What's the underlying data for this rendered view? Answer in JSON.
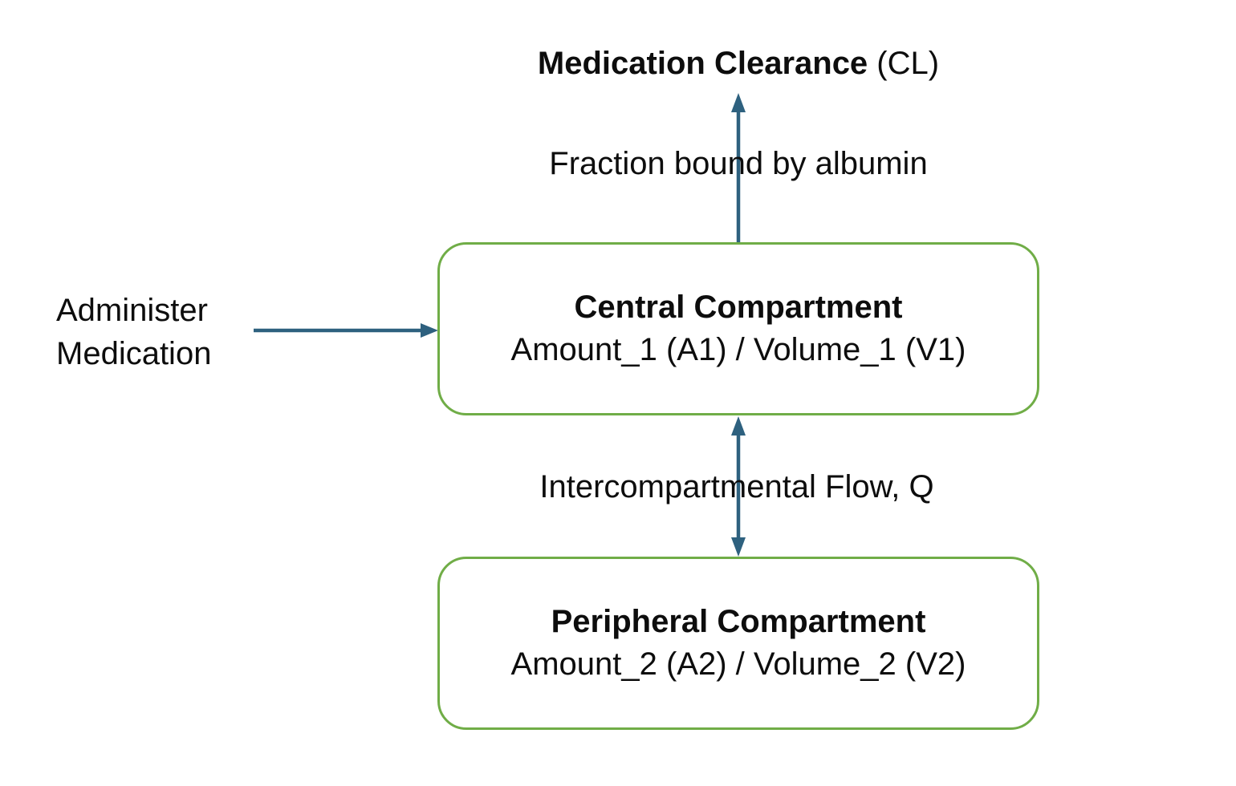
{
  "colors": {
    "background": "#FFFFFF",
    "text": "#0D0D0D",
    "box_border": "#70AD47",
    "arrow": "#2E617F"
  },
  "diagram": {
    "title": {
      "bold": "Medication Clearance",
      "suffix": " (CL)"
    },
    "clearance_arrow_label": "Fraction bound by albumin",
    "administer_label": {
      "line1": "Administer",
      "line2": "Medication"
    },
    "flow_label": "Intercompartmental Flow, Q",
    "central_box": {
      "title": "Central Compartment",
      "subtitle": "Amount_1 (A1) / Volume_1 (V1)"
    },
    "peripheral_box": {
      "title": "Peripheral Compartment",
      "subtitle": "Amount_2 (A2) / Volume_2 (V2)"
    },
    "arrows": [
      {
        "name": "medication-clearance-arrow",
        "from": "central-compartment",
        "to": "medication-clearance",
        "direction": "up",
        "heads": "single"
      },
      {
        "name": "administer-medication-arrow",
        "from": "administer-medication",
        "to": "central-compartment",
        "direction": "right",
        "heads": "single"
      },
      {
        "name": "intercompartmental-flow-arrow",
        "from": "central-compartment",
        "to": "peripheral-compartment",
        "direction": "vertical",
        "heads": "double"
      }
    ]
  }
}
